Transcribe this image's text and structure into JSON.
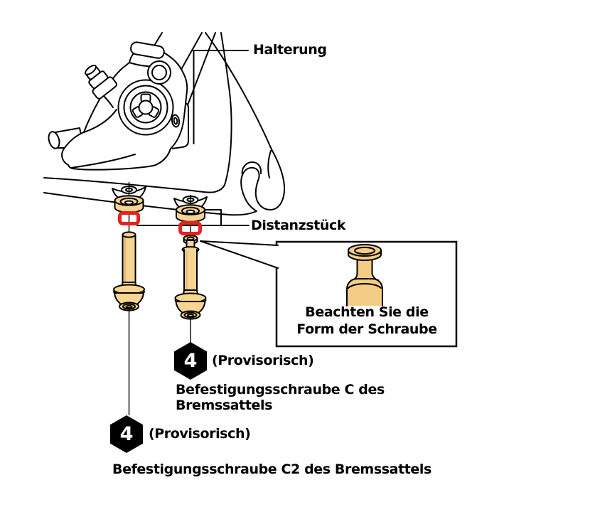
{
  "colors": {
    "background": "#FFFFFF",
    "line_art": "#000000",
    "bolt_fill": "#F6D492",
    "screw_fill": "#F3CC86",
    "highlight_red": "#E2231E",
    "badge_background": "#000000",
    "badge_text": "#FFFFFF"
  },
  "labels": {
    "bracket": "Halterung",
    "spacer": "Distanzstück",
    "callout": {
      "line1": "Beachten Sie die",
      "line2": "Form der Schraube"
    },
    "bolt_c": {
      "badge": "4",
      "note": "(Provisorisch)",
      "name_line1": "Befestigungsschraube C des",
      "name_line2": "Bremssattels"
    },
    "bolt_c2": {
      "badge": "4",
      "note": "(Provisorisch)",
      "name": "Befestigungsschraube C2 des Bremssattels"
    }
  }
}
